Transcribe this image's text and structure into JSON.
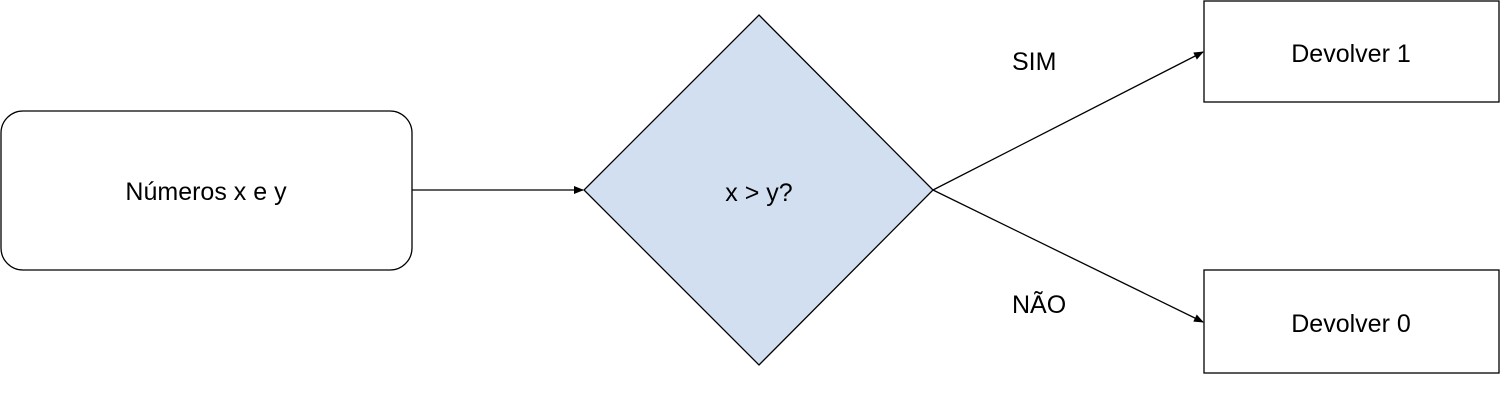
{
  "diagram": {
    "nodes": {
      "start": {
        "label": "Números x e y",
        "shape": "rounded-rectangle"
      },
      "decision": {
        "label": "x > y?",
        "shape": "diamond",
        "fill": "#d2dff1"
      },
      "yes_result": {
        "label": "Devolver 1",
        "shape": "rectangle"
      },
      "no_result": {
        "label": "Devolver 0",
        "shape": "rectangle"
      }
    },
    "edges": {
      "yes": {
        "label": "SIM",
        "from": "decision",
        "to": "yes_result"
      },
      "no": {
        "label": "NÃO",
        "from": "decision",
        "to": "no_result"
      },
      "input": {
        "from": "start",
        "to": "decision"
      }
    },
    "colors": {
      "stroke": "#000000",
      "decision_fill": "#d2dff1",
      "box_fill": "#ffffff"
    }
  }
}
